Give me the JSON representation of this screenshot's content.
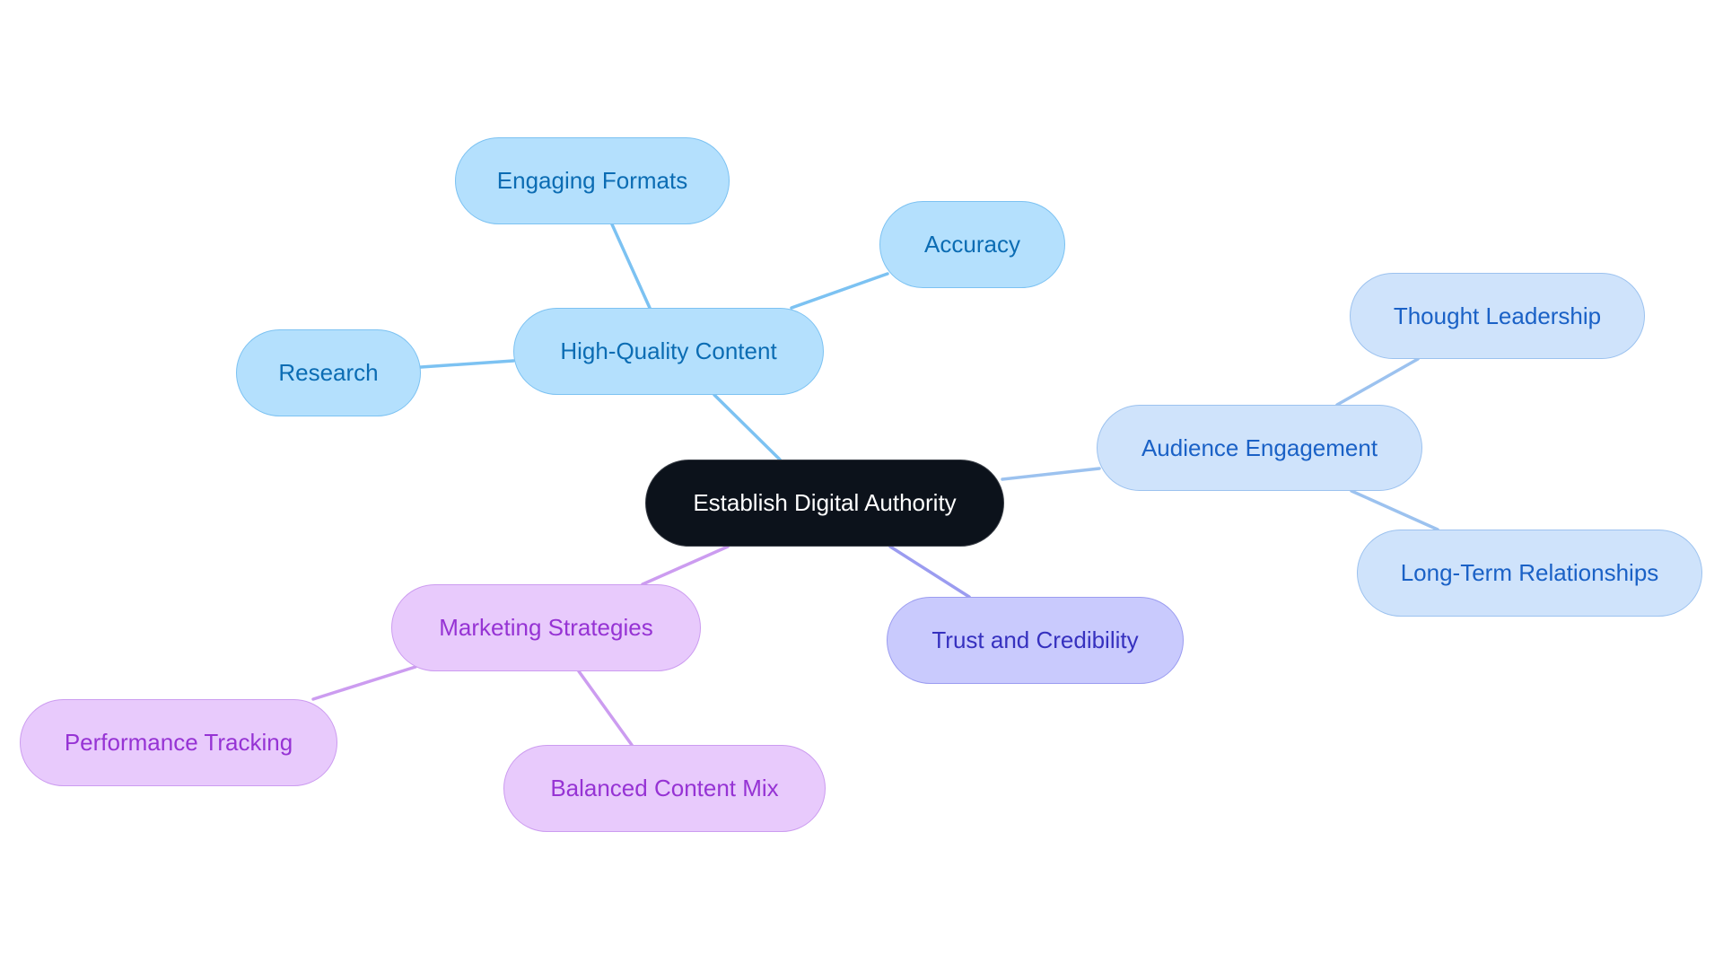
{
  "root": "Establish Digital Authority",
  "branches": {
    "content": {
      "label": "High-Quality Content",
      "children": [
        "Engaging Formats",
        "Accuracy",
        "Research"
      ]
    },
    "engagement": {
      "label": "Audience Engagement",
      "children": [
        "Thought Leadership",
        "Long-Term Relationships"
      ]
    },
    "trust": {
      "label": "Trust and Credibility"
    },
    "marketing": {
      "label": "Marketing Strategies",
      "children": [
        "Performance Tracking",
        "Balanced Content Mix"
      ]
    }
  },
  "colors": {
    "content_edge": "#7cc2f2",
    "engagement_edge": "#9cc2ef",
    "trust_edge": "#9b9cf0",
    "marketing_edge": "#cc9cf0"
  }
}
